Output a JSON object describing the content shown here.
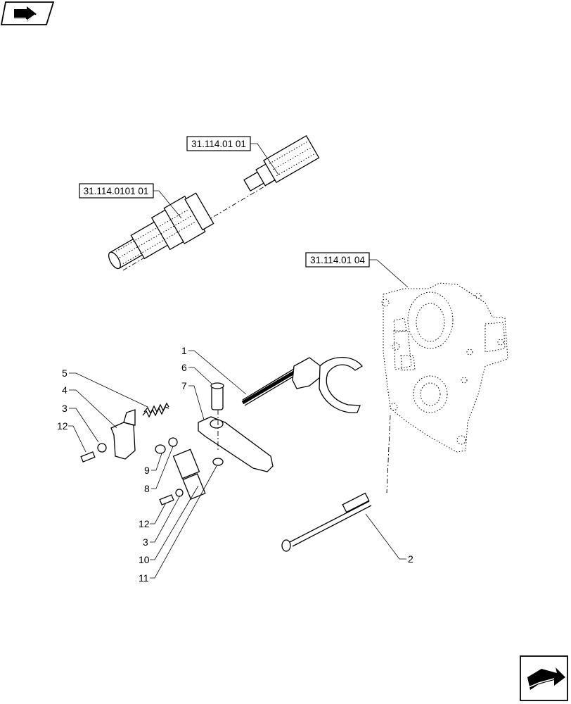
{
  "references": {
    "ref_a": "31.114.01 01",
    "ref_b": "31.114.0101 01",
    "ref_c": "31.114.01 04"
  },
  "callouts": {
    "n1": "1",
    "n2": "2",
    "n3a": "3",
    "n3b": "3",
    "n4": "4",
    "n5": "5",
    "n6": "6",
    "n7": "7",
    "n8": "8",
    "n9": "9",
    "n10": "10",
    "n11": "11",
    "n12a": "12",
    "n12b": "12"
  },
  "icons": {
    "top_left": "prev-page-arrow-icon",
    "bottom_right": "next-page-arrow-icon"
  }
}
